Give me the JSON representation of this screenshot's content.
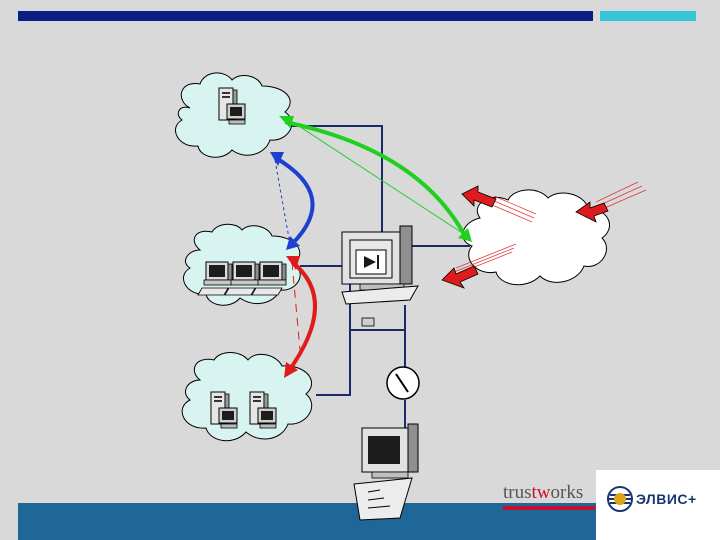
{
  "branding": {
    "trustworks_prefix": "trus",
    "trustworks_mid": "tw",
    "trustworks_suffix": "orks",
    "elvis_label": "ЭЛВИС+"
  },
  "colors": {
    "top_bar": "#0b1e82",
    "top_accent": "#35c7d8",
    "bottom_bar": "#1f6797",
    "link_green": "#1fd01f",
    "link_blue": "#1f3fd0",
    "link_red": "#e01b1b",
    "wire": "#1a2b6b",
    "cloud_fill": "#d8f4f0"
  },
  "icons": {
    "top_node": "server-computer-icon",
    "middle_node": "workstation-group-icon",
    "bottom_node": "server-group-icon",
    "gateway": "firewall-workstation-icon",
    "admin": "admin-workstation-icon",
    "internet": "internet-cloud-icon",
    "switch": "switch-dial-icon"
  }
}
